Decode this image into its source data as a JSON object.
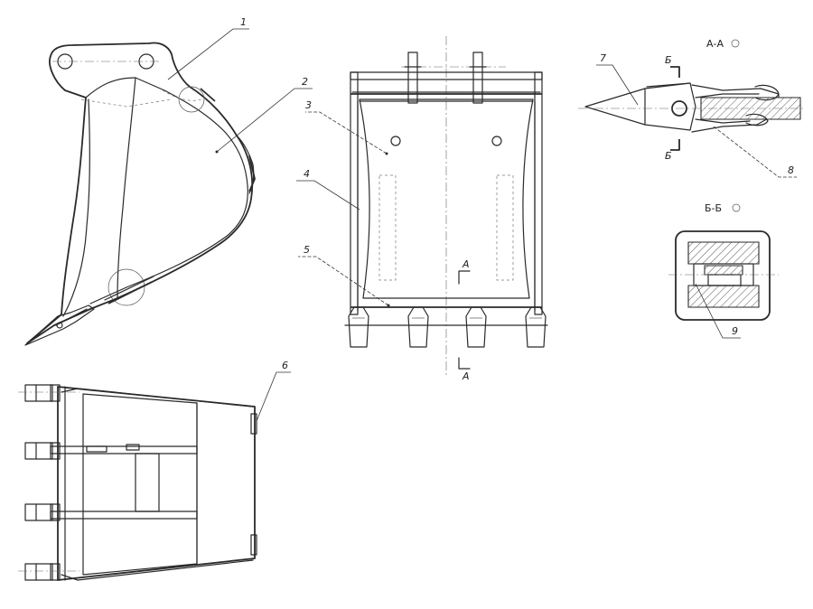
{
  "callouts": [
    "1",
    "2",
    "3",
    "4",
    "5",
    "6",
    "7",
    "8",
    "9"
  ],
  "section_marks": {
    "a_top": "А",
    "a_bottom": "А",
    "b_top": "Б",
    "b_bottom": "Б"
  },
  "section_titles": {
    "aa": "А-А",
    "bb": "Б-Б"
  }
}
